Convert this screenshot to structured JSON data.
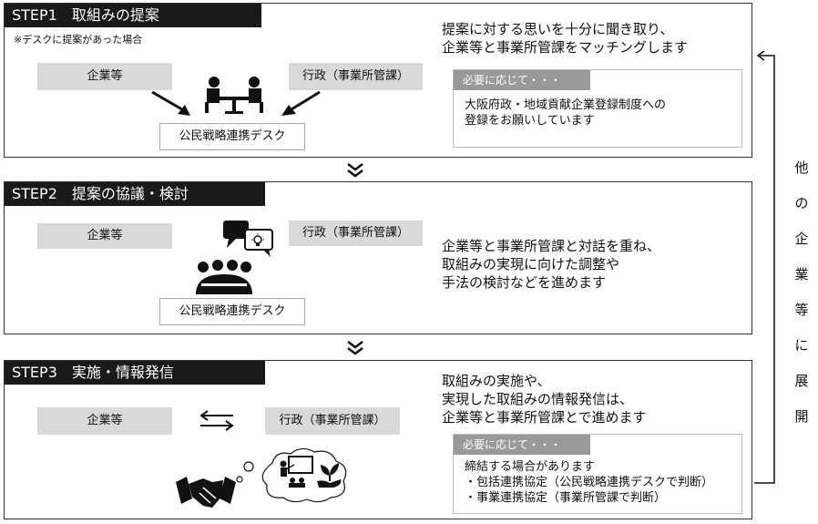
{
  "step1": {
    "title": "STEP1　取組みの提案",
    "note": "※デスクに提案があった場合",
    "company": "企業等",
    "gov": "行政（事業所管課）",
    "desk": "公民戦略連携デスク",
    "desc": [
      "提案に対する思いを十分に聞き取り、",
      "企業等と事業所管課をマッチングします"
    ],
    "need_header": "必要に応じて・・・",
    "need_body": [
      "大阪府政・地域貢献企業登録制度への",
      "登録をお願いしています"
    ]
  },
  "step2": {
    "title": "STEP2　提案の協議・検討",
    "company": "企業等",
    "gov": "行政（事業所管課）",
    "desk": "公民戦略連携デスク",
    "desc": [
      "企業等と事業所管課と対話を重ね、",
      "取組みの実現に向けた調整や",
      "手法の検討などを進めます"
    ]
  },
  "step3": {
    "title": "STEP3　実施・情報発信",
    "company": "企業等",
    "gov": "行政（事業所管課）",
    "desc": [
      "取組みの実施や、",
      "実現した取組みの情報発信は、",
      "企業等と事業所管課とで進めます"
    ],
    "need_header": "必要に応じて・・・",
    "need_body": [
      "締結する場合があります",
      "・包括連携協定（公民戦略連携デスクで判断）",
      "・事業連携協定（事業所管課で判断）"
    ]
  },
  "side_label": [
    "他",
    "の",
    "企",
    "業",
    "等",
    "に",
    "展",
    "開"
  ],
  "icons": [
    "meeting-table-icon",
    "speech-bubble-icon",
    "lightbulb-icon",
    "group-meeting-icon",
    "exchange-arrows-icon",
    "handshake-icon",
    "thought-bubble-icon",
    "presentation-icon",
    "plant-hand-icon",
    "chevron-down-icon",
    "loop-arrow-icon"
  ]
}
